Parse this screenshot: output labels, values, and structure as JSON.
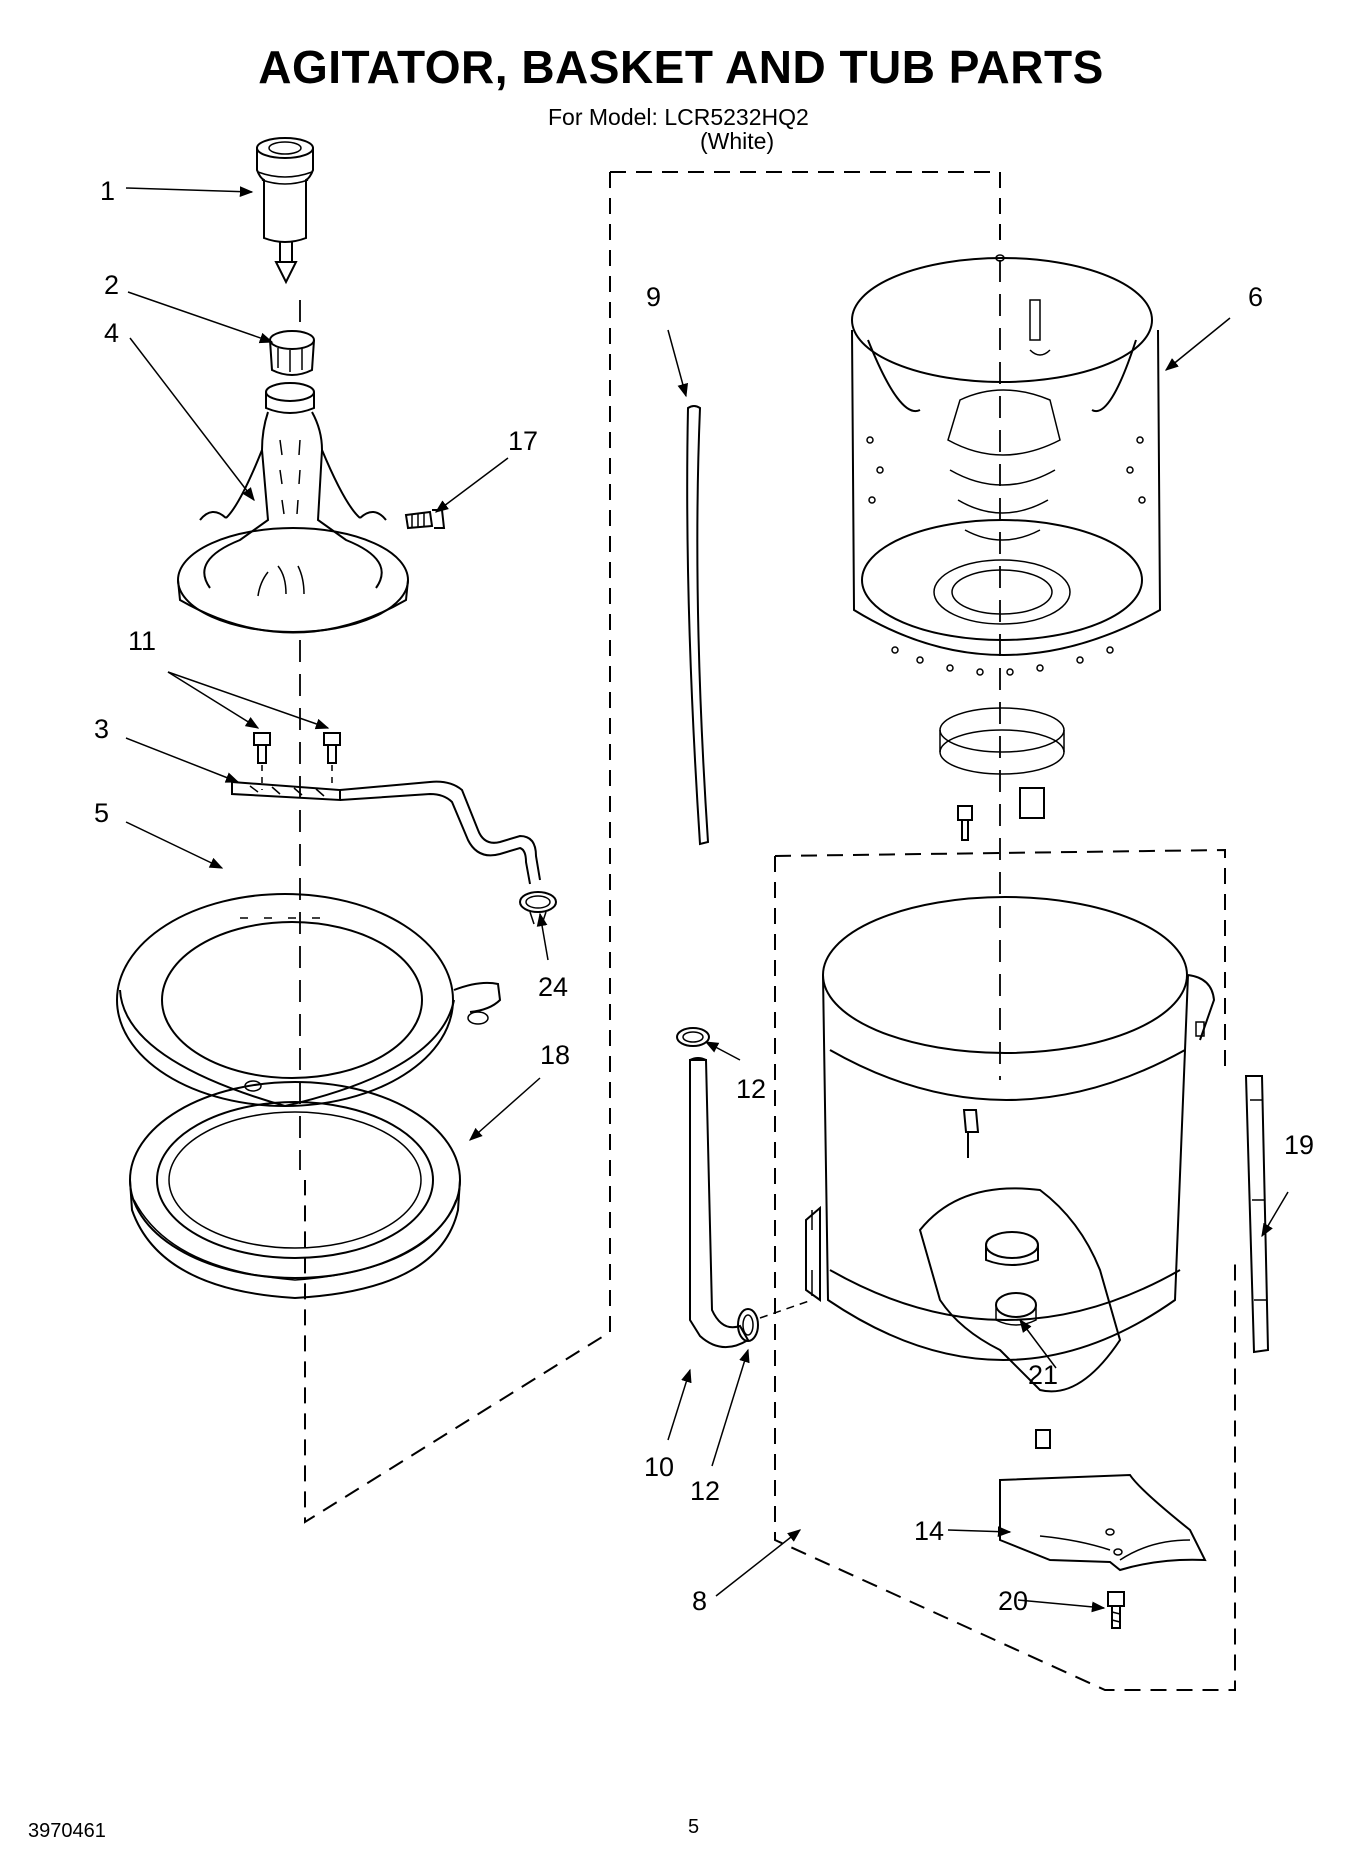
{
  "title": "AGITATOR, BASKET AND TUB PARTS",
  "model": "For Model: LCR5232HQ2",
  "color": "(White)",
  "doc_number": "3970461",
  "page_number": "5",
  "callouts": {
    "c1": "1",
    "c2": "2",
    "c3": "3",
    "c4": "4",
    "c5": "5",
    "c6": "6",
    "c8": "8",
    "c9": "9",
    "c10": "10",
    "c11": "11",
    "c12a": "12",
    "c12b": "12",
    "c14": "14",
    "c17": "17",
    "c18": "18",
    "c19": "19",
    "c20": "20",
    "c21": "21",
    "c24": "24"
  }
}
